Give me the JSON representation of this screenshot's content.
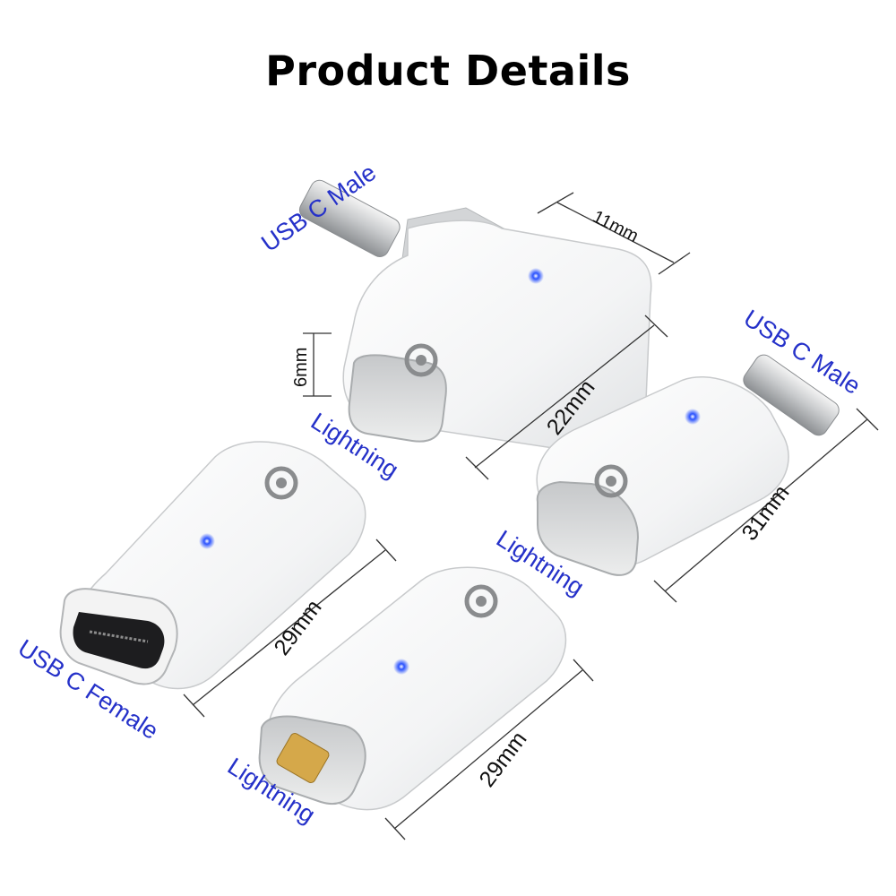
{
  "title": "Product Details",
  "colors": {
    "label": "#2531c9",
    "led": "#2a52ff",
    "body": "#ffffff"
  },
  "adapters": [
    {
      "label_top": "USB C Male",
      "label_port": "Lightning",
      "dims": [
        "11mm",
        "22mm",
        "6mm"
      ]
    },
    {
      "label_top": "USB C Male",
      "label_port": "Lightning",
      "dims": [
        "31mm"
      ]
    },
    {
      "label_port": "USB C Female",
      "dims": [
        "29mm"
      ]
    },
    {
      "label_port": "Lightning",
      "dims": [
        "29mm"
      ]
    }
  ]
}
